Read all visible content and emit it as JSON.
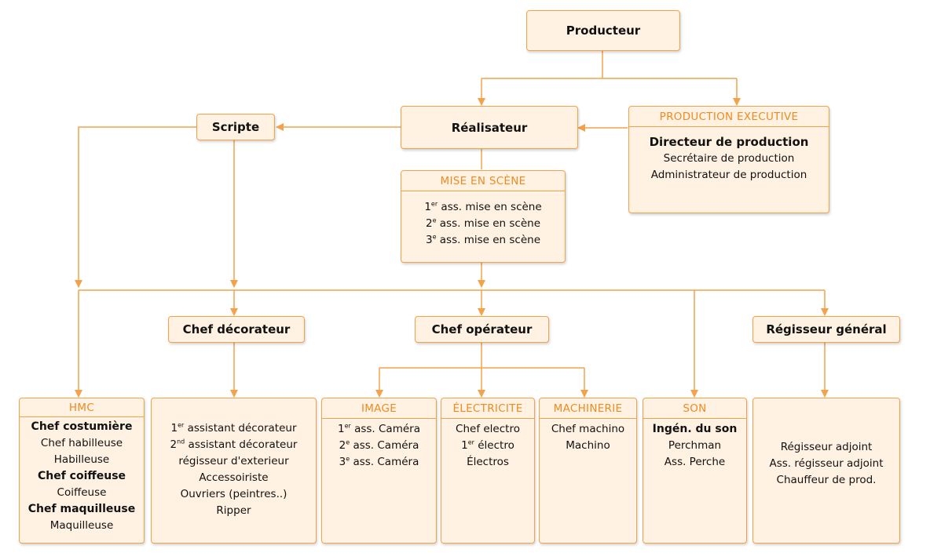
{
  "colors": {
    "accent": "#f4a24a",
    "header": "#f08a1e",
    "fill": "#fff2e2"
  },
  "boxes": {
    "producteur": {
      "label": "Producteur"
    },
    "realisateur": {
      "label": "Réalisateur"
    },
    "scripte": {
      "label": "Scripte"
    },
    "production_executive": {
      "header": "PRODUCTION EXECUTIVE",
      "items": [
        {
          "text": "Directeur de production",
          "style": "big"
        },
        {
          "text": "Secrétaire de production"
        },
        {
          "text": "Administrateur de production"
        }
      ]
    },
    "mise_en_scene": {
      "header": "MISE EN SCÈNE",
      "items": [
        {
          "ord": "1",
          "sup": "er",
          "text": " ass. mise en scène"
        },
        {
          "ord": "2",
          "sup": "e",
          "text": " ass. mise en scène"
        },
        {
          "ord": "3",
          "sup": "e",
          "text": " ass. mise en scène"
        }
      ]
    },
    "chef_decorateur": {
      "label": "Chef décorateur"
    },
    "chef_operateur": {
      "label": "Chef opérateur"
    },
    "regisseur_general": {
      "label": "Régisseur général"
    },
    "hmc": {
      "header": "HMC",
      "items": [
        {
          "text": "Chef costumière",
          "style": "b"
        },
        {
          "text": "Chef habilleuse"
        },
        {
          "text": "Habilleuse"
        },
        {
          "text": "Chef coiffeuse",
          "style": "b"
        },
        {
          "text": "Coiffeuse"
        },
        {
          "text": "Chef maquilleuse",
          "style": "b"
        },
        {
          "text": "Maquilleuse"
        }
      ]
    },
    "deco": {
      "items": [
        {
          "ord": "1",
          "sup": "er",
          "text": " assistant décorateur"
        },
        {
          "ord": "2",
          "sup": "nd",
          "text": " assistant décorateur"
        },
        {
          "text": "régisseur d'exterieur"
        },
        {
          "text": "Accessoiriste"
        },
        {
          "text": "Ouvriers (peintres..)"
        },
        {
          "text": "Ripper"
        }
      ]
    },
    "image": {
      "header": "IMAGE",
      "items": [
        {
          "ord": "1",
          "sup": "er",
          "text": " ass. Caméra"
        },
        {
          "ord": "2",
          "sup": "e",
          "text": " ass. Caméra"
        },
        {
          "ord": "3",
          "sup": "e",
          "text": " ass. Caméra"
        }
      ]
    },
    "electricite": {
      "header": "ÉLECTRICITE",
      "items": [
        {
          "text": "Chef electro"
        },
        {
          "ord": "1",
          "sup": "er",
          "text": " électro"
        },
        {
          "text": "Électros"
        }
      ]
    },
    "machinerie": {
      "header": "MACHINERIE",
      "items": [
        {
          "text": "Chef machino"
        },
        {
          "text": "Machino"
        }
      ]
    },
    "son": {
      "header": "SON",
      "items": [
        {
          "text": "Ingén. du son",
          "style": "b"
        },
        {
          "text": "Perchman"
        },
        {
          "text": "Ass. Perche"
        }
      ]
    },
    "regie": {
      "items": [
        {
          "text": "Régisseur adjoint"
        },
        {
          "text": "Ass. régisseur adjoint"
        },
        {
          "text": "Chauffeur de prod."
        }
      ]
    }
  }
}
